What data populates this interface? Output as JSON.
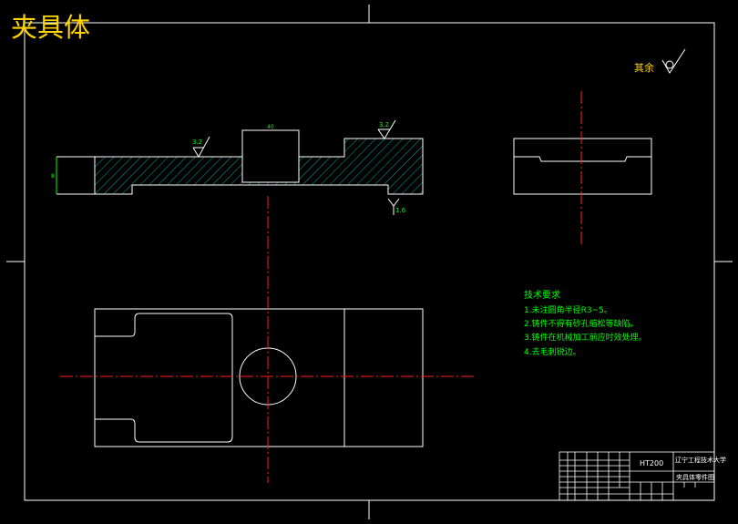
{
  "title": "夹具体",
  "roughness_other": "其余",
  "dim_width_top": "40",
  "dim_height_left": "8",
  "roughness_a": "3.2",
  "roughness_b": "3.2",
  "roughness_c": "1.6",
  "tech": {
    "heading": "技术要求",
    "items": [
      "1.未注圆角半径R3~5。",
      "2.铸件不得有砂孔缩松等缺陷。",
      "3.铸件在机械加工前应时效处理。",
      "4.去毛刺锐边。"
    ]
  },
  "title_block": {
    "material": "HT200",
    "school": "辽宁工程技术大学",
    "drawing_name": "夹具体零件图"
  },
  "colors": {
    "background": "#000000",
    "outline": "#ffffff",
    "hatch": "#00a8a8",
    "center": "#ff2020",
    "title": "#ffd400",
    "note": "#00ff00"
  }
}
